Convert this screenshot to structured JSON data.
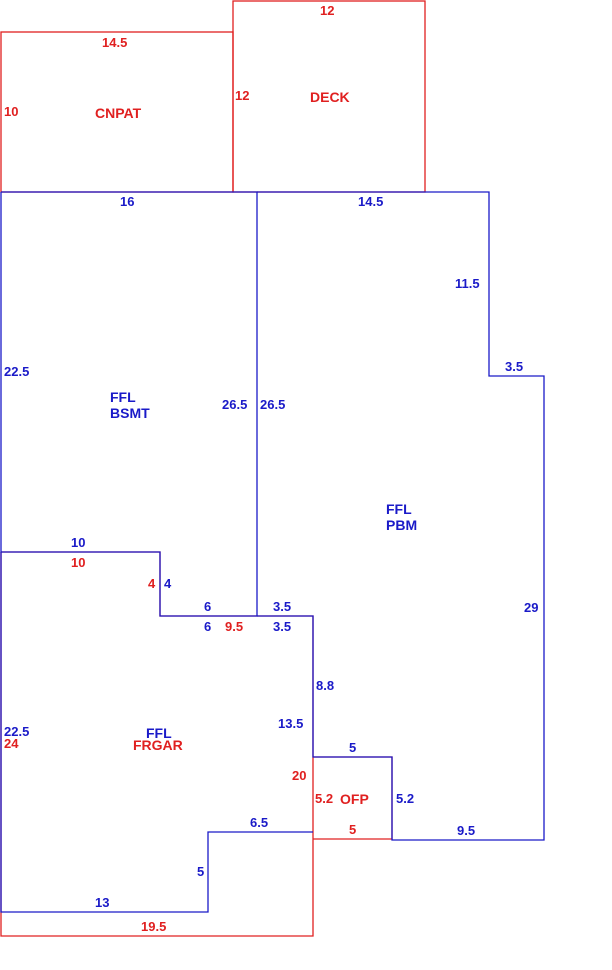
{
  "colors": {
    "red": "#e02020",
    "blue": "#1a1ac8"
  },
  "areas": {
    "cnpat": "CNPAT",
    "deck": "DECK",
    "ffl_bsmt_1": "FFL",
    "ffl_bsmt_2": "BSMT",
    "ffl_pbm_1": "FFL",
    "ffl_pbm_2": "PBM",
    "ffl_frgar_1": "FFL",
    "ffl_frgar_2": "FRGAR",
    "ofp": "OFP"
  },
  "dims": {
    "cnpat_top": "14.5",
    "cnpat_left": "10",
    "deck_top": "12",
    "deck_left": "12",
    "bsmt_top": "16",
    "bsmt_left": "22.5",
    "bsmt_right": "26.5",
    "pbm_left": "26.5",
    "pbm_top": "14.5",
    "pbm_upper_right": "11.5",
    "pbm_step": "3.5",
    "pbm_right": "29",
    "bsmt_bottom_blue": "10",
    "frgar_top_red": "10",
    "step_red": "4",
    "step_blue": "4",
    "six_top": "6",
    "six_bottom": "6",
    "nine_five_red": "9.5",
    "three_five_top": "3.5",
    "three_five_bottom": "3.5",
    "eight_eight": "8.8",
    "thirteen_five": "13.5",
    "frgar_left_blue": "22.5",
    "frgar_left_red": "24",
    "twenty_red": "20",
    "ofp_top": "5",
    "ofp_left": "5.2",
    "ofp_right": "5.2",
    "ofp_bottom": "5",
    "pbm_bottom": "9.5",
    "six_five": "6.5",
    "five_vert": "5",
    "thirteen": "13",
    "nineteen_five": "19.5"
  }
}
